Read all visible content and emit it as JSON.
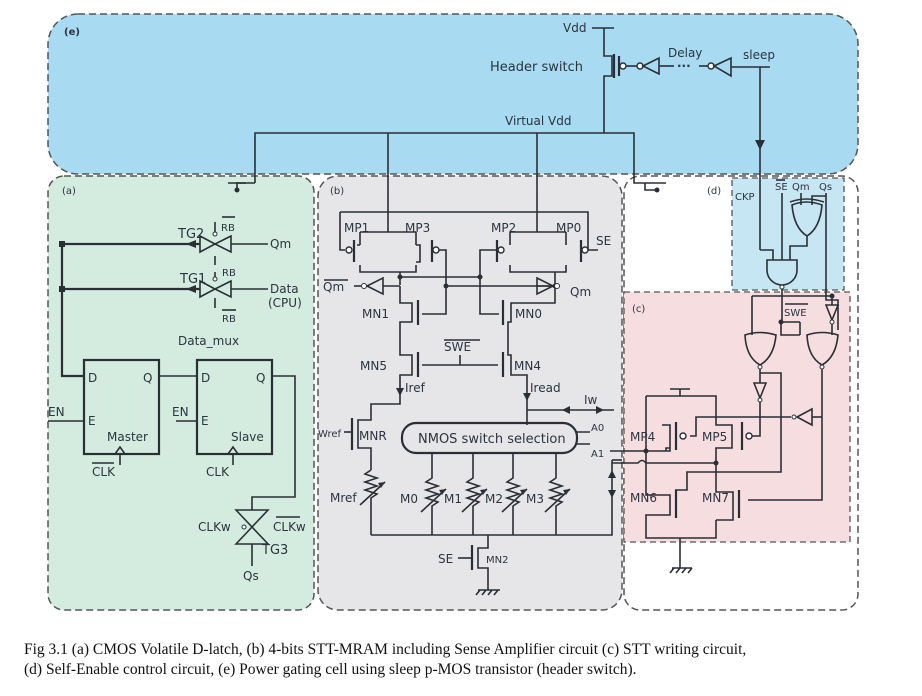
{
  "colors": {
    "panel_e": "#a8daf2",
    "panel_a": "#d4ebdf",
    "panel_b": "#e6e5e8",
    "panel_c": "#f5dde0",
    "panel_d": "#c7e6f3",
    "wire": "#2a2f36",
    "border": "#555555"
  },
  "panels": {
    "e": {
      "label": "(e)"
    },
    "a": {
      "label": "(a)"
    },
    "b": {
      "label": "(b)"
    },
    "c": {
      "label": "(c)"
    },
    "d": {
      "label": "(d)"
    }
  },
  "panel_e": {
    "vdd": "Vdd",
    "header_switch": "Header switch",
    "delay": "Delay",
    "sleep": "sleep",
    "virtual_vdd": "Virtual Vdd"
  },
  "panel_a": {
    "tg2": "TG2",
    "tg1": "TG1",
    "rb": "RB",
    "rb_bar": "RB",
    "qm": "Qm",
    "data": "Data",
    "cpu": "(CPU)",
    "data_mux": "Data_mux",
    "d": "D",
    "q": "Q",
    "e": "E",
    "en": "EN",
    "master": "Master",
    "slave": "Slave",
    "clk_bar": "CLK",
    "clk": "CLK",
    "clkw": "CLKw",
    "clkw_bar": "CLKw",
    "tg3": "TG3",
    "qs": "Qs"
  },
  "panel_b": {
    "mp1": "MP1",
    "mp3": "MP3",
    "mp2": "MP2",
    "mp0": "MP0",
    "se": "SE",
    "qm_bar": "Qm",
    "qm": "Qm",
    "mn1": "MN1",
    "mn0": "MN0",
    "mn5": "MN5",
    "mn4": "MN4",
    "swe_bar": "SWE",
    "iref": "Iref",
    "iread": "Iread",
    "iw": "Iw",
    "wref": "Wref",
    "mnr": "MNR",
    "switch_block": "NMOS switch selection",
    "a0": "A0",
    "a1": "A1",
    "mref": "Mref",
    "m0": "M0",
    "m1": "M1",
    "m2": "M2",
    "m3": "M3",
    "se2": "SE",
    "mn2": "MN2"
  },
  "panel_d": {
    "ckp": "CKP",
    "se_bar": "SE",
    "qm": "Qm",
    "qs": "Qs"
  },
  "panel_c": {
    "swe_bar": "SWE",
    "mp4": "MP4",
    "mp5": "MP5",
    "mn6": "MN6",
    "mn7": "MN7"
  },
  "caption": {
    "line1": "Fig 3.1 (a) CMOS Volatile D-latch, (b) 4-bits STT-MRAM including Sense Amplifier circuit (c) STT writing circuit,",
    "line2": "(d) Self-Enable control circuit, (e) Power gating cell using sleep p-MOS transistor (header switch)."
  }
}
